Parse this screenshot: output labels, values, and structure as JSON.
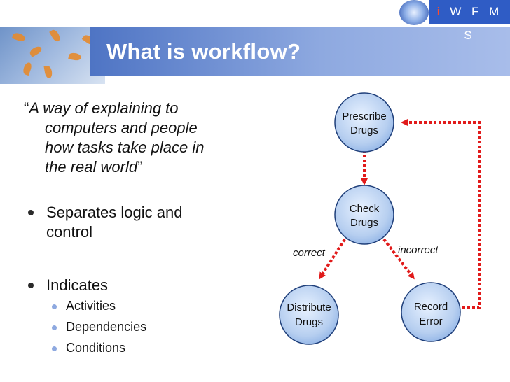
{
  "header": {
    "title": "What is workflow?",
    "brand_i": "i",
    "brand_rest": "WFMS"
  },
  "content": {
    "quote_open": "“",
    "quote_text_1": "A way of explaining to",
    "quote_text_2": "computers and people",
    "quote_text_3": "how tasks take place in",
    "quote_text_4": "the real world",
    "quote_close": "”",
    "bullet_1": "Separates logic and",
    "bullet_1b": "control",
    "bullet_2": "Indicates",
    "sub_bullets": [
      "Activities",
      "Dependencies",
      "Conditions"
    ]
  },
  "diagram": {
    "nodes": [
      {
        "line1": "Prescribe",
        "line2": "Drugs"
      },
      {
        "line1": "Check",
        "line2": "Drugs"
      },
      {
        "line1": "Distribute",
        "line2": "Drugs"
      },
      {
        "line1": "Record",
        "line2": "Error"
      }
    ],
    "edge_labels": {
      "correct": "correct",
      "incorrect": "incorrect"
    },
    "colors": {
      "node_fill": "#bcd4f2",
      "node_stroke": "#1f3f7a",
      "arrow": "#e11a1a"
    }
  }
}
